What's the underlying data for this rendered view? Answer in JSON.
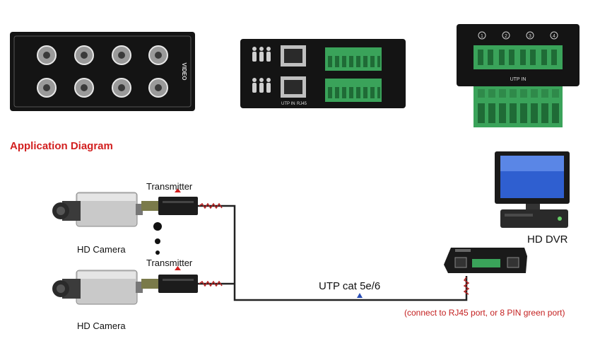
{
  "panels": {
    "bnc_panel": {
      "side_label": "VIDEO"
    },
    "rj45_panel": {
      "port_labels": [
        "UTP IN",
        "RJ45"
      ]
    },
    "terminal_block": {
      "label": "UTP IN",
      "channels": [
        "1",
        "2",
        "3",
        "4"
      ]
    }
  },
  "diagram": {
    "title": "Application Diagram",
    "camera_top_label": "HD Camera",
    "camera_bottom_label": "HD Camera",
    "transmitter_top_label": "Transmitter",
    "transmitter_bottom_label": "Transmitter",
    "cable_label": "UTP cat 5e/6",
    "dvr_label": "HD DVR",
    "note": "(connect to RJ45 port, or 8 PIN green port)"
  },
  "colors": {
    "title": "#d21f1f",
    "note": "#c42020",
    "terminal_green": "#3aa35a",
    "panel_black": "#141414"
  }
}
